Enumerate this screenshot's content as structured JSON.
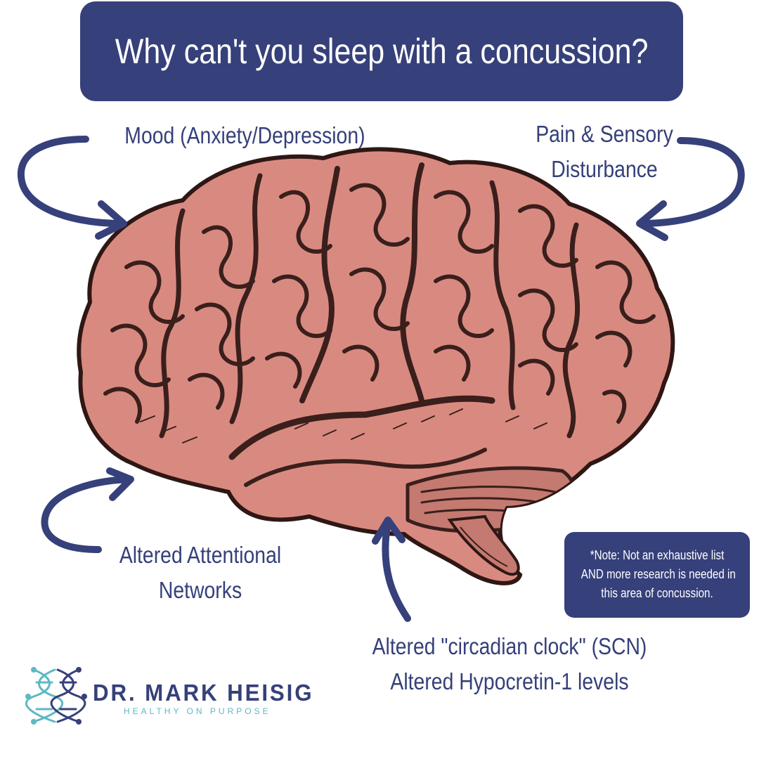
{
  "title": "Why can't you sleep with a concussion?",
  "labels": {
    "mood": "Mood (Anxiety/Depression)",
    "pain_line1": "Pain & Sensory",
    "pain_line2": "Disturbance",
    "attention_line1": "Altered Attentional",
    "attention_line2": "Networks",
    "circadian_line1": "Altered \"circadian clock\" (SCN)",
    "circadian_line2": "Altered Hypocretin-1 levels"
  },
  "note": {
    "line1": "*Note: Not an exhaustive list",
    "line2": "AND more research is needed in",
    "line3": "this area of concussion."
  },
  "logo": {
    "name": "DR. MARK HEISIG",
    "tagline": "HEALTHY ON PURPOSE"
  },
  "colors": {
    "navy": "#36407a",
    "brain_pink": "#d98a80",
    "brain_dark": "#3a1f1c",
    "logo_teal": "#5fb8c4",
    "background": "#ffffff"
  },
  "icons": {
    "brain": "brain-illustration",
    "arrows": "curved-arrow-icon",
    "logo": "dna-brain-logo-icon"
  }
}
